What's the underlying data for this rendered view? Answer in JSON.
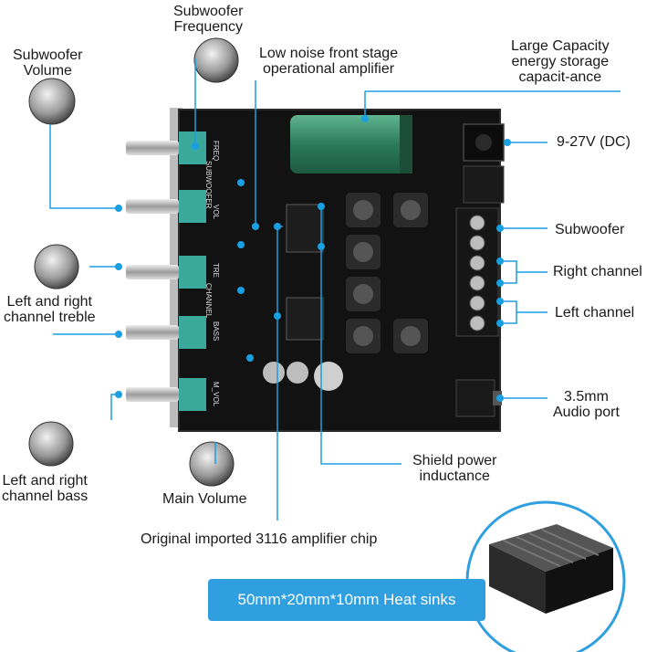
{
  "labels": {
    "sub_freq": "Subwoofer\nFrequency",
    "sub_vol": "Subwoofer\nVolume",
    "low_noise": "Low noise front stage\noperational amplifier",
    "capacitor": "Large Capacity\nenergy storage\ncapacit-ance",
    "dc": "9-27V (DC)",
    "subwoofer": "Subwoofer",
    "right": "Right channel",
    "left": "Left channel",
    "treble": "Left and right\nchannel treble",
    "audio": "3.5mm\nAudio port",
    "inductance": "Shield power\ninductance",
    "bass": "Left and right\nchannel bass",
    "main_vol": "Main Volume",
    "chip": "Original imported 3116 amplifier chip",
    "heatsink": "50mm*20mm*10mm Heat sinks"
  },
  "board_text": {
    "freq": "FREQ",
    "subwoofer": "SUBWOOFER",
    "vol": "VOL",
    "tre": "TRE",
    "channel": "CHANNEL",
    "bass": "BASS",
    "m_vol": "M_VOL"
  },
  "colors": {
    "accent": "#1a9fe3",
    "board": "#111111",
    "pot": "#3aa99c",
    "capacitor": "#2c7a5a"
  }
}
